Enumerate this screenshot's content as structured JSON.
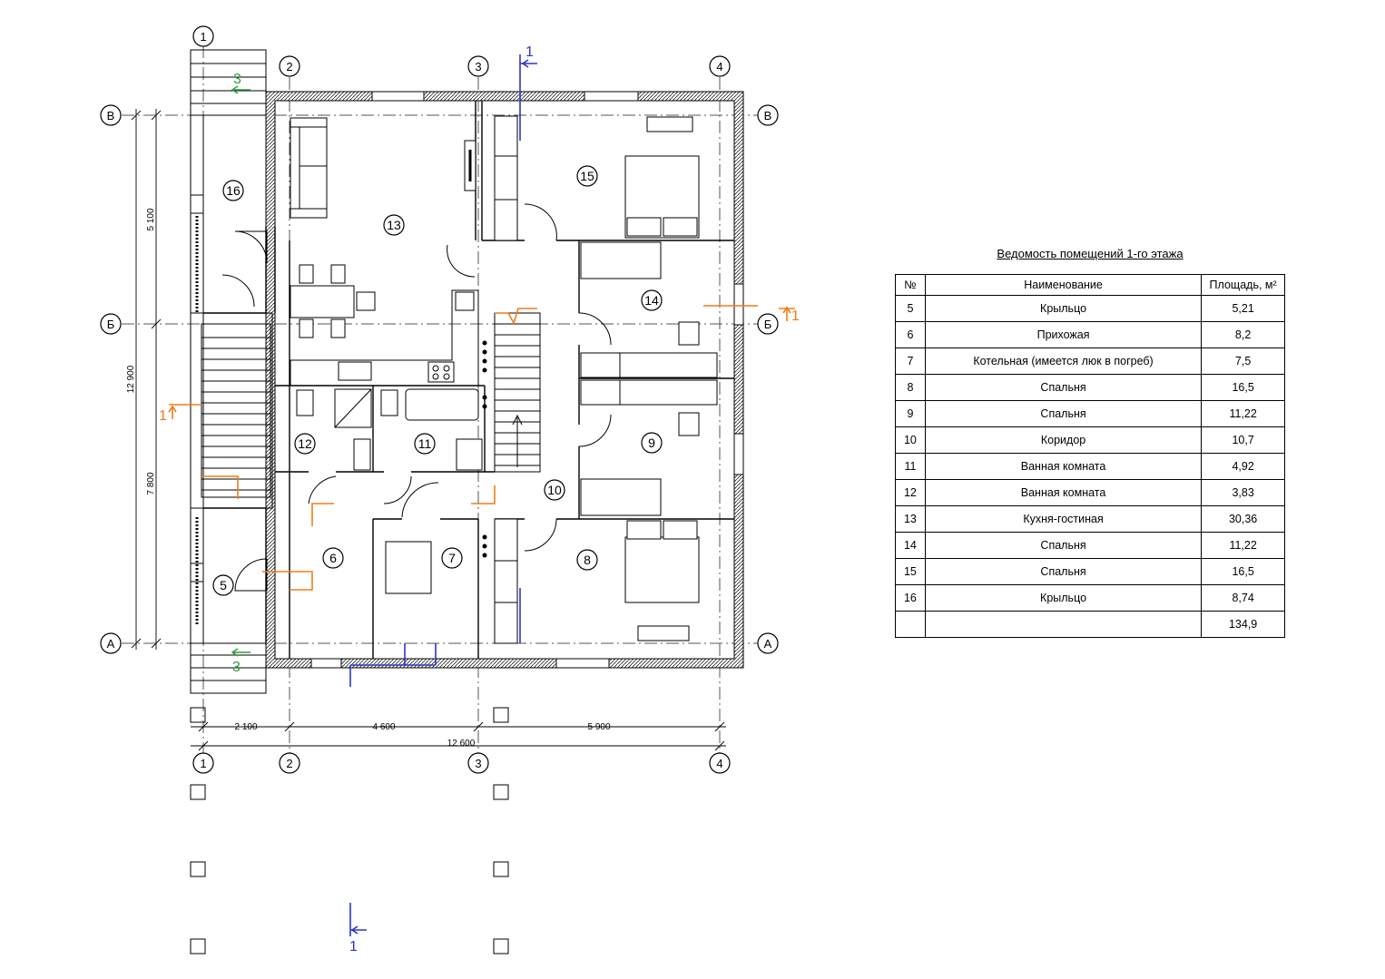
{
  "axes": {
    "vertical": [
      "1",
      "2",
      "3",
      "4"
    ],
    "horizontal": [
      "В",
      "Б",
      "А"
    ]
  },
  "dimensions": {
    "bottom": [
      "2 100",
      "4 600",
      "5 900"
    ],
    "total_bottom": "12 600",
    "left": [
      "5 100",
      "7 800"
    ],
    "total_left": "12 900"
  },
  "room_numbers": [
    "16",
    "13",
    "15",
    "14",
    "12",
    "11",
    "9",
    "10",
    "6",
    "7",
    "8",
    "5"
  ],
  "section_marks": {
    "section_1": "1",
    "section_3": "3"
  },
  "schedule": {
    "title": "Ведомость помещений 1-го этажа",
    "headers": {
      "num": "№",
      "name": "Наименование",
      "area": "Площадь, м²"
    },
    "rows": [
      {
        "num": "5",
        "name": "Крыльцо",
        "area": "5,21"
      },
      {
        "num": "6",
        "name": "Прихожая",
        "area": "8,2"
      },
      {
        "num": "7",
        "name": "Котельная (имеется люк в погреб)",
        "area": "7,5"
      },
      {
        "num": "8",
        "name": "Спальня",
        "area": "16,5"
      },
      {
        "num": "9",
        "name": "Спальня",
        "area": "11,22"
      },
      {
        "num": "10",
        "name": "Коридор",
        "area": "10,7"
      },
      {
        "num": "11",
        "name": "Ванная комната",
        "area": "4,92"
      },
      {
        "num": "12",
        "name": "Ванная комната",
        "area": "3,83"
      },
      {
        "num": "13",
        "name": "Кухня-гостиная",
        "area": "30,36"
      },
      {
        "num": "14",
        "name": "Спальня",
        "area": "11,22"
      },
      {
        "num": "15",
        "name": "Спальня",
        "area": "16,5"
      },
      {
        "num": "16",
        "name": "Крыльцо",
        "area": "8,74"
      }
    ],
    "total": {
      "num": "",
      "name": "",
      "area": "134,9"
    }
  },
  "colors": {
    "section_orange": "#f07d1a",
    "section_blue": "#2b35c8",
    "section_green": "#2c9c3c"
  }
}
